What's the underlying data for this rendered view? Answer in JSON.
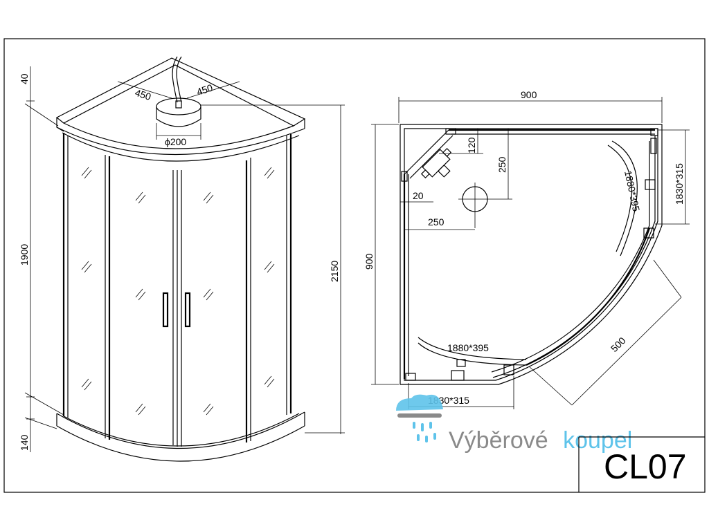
{
  "front_view": {
    "dim_top": "40",
    "dim_height": "1900",
    "dim_total_height": "2150",
    "dim_base": "140",
    "dim_roof_left": "450",
    "dim_roof_right": "450",
    "dim_diameter": "ϕ200"
  },
  "plan_view": {
    "dim_width": "900",
    "dim_depth": "900",
    "dim_120": "120",
    "dim_250_vertical": "250",
    "dim_20": "20",
    "dim_250_horizontal": "250",
    "dim_side_panel": "1830*315",
    "dim_curved_right": "1880*395",
    "dim_curved_bottom": "1880*395",
    "dim_radius": "500",
    "dim_bottom_panel": "1830*315"
  },
  "title_block": {
    "model": "CL07"
  },
  "brand": {
    "name_dark": "Výběrové",
    "name_light": "koupel",
    "color_dark": "#8a8a8a",
    "color_light": "#5ec3ea"
  }
}
